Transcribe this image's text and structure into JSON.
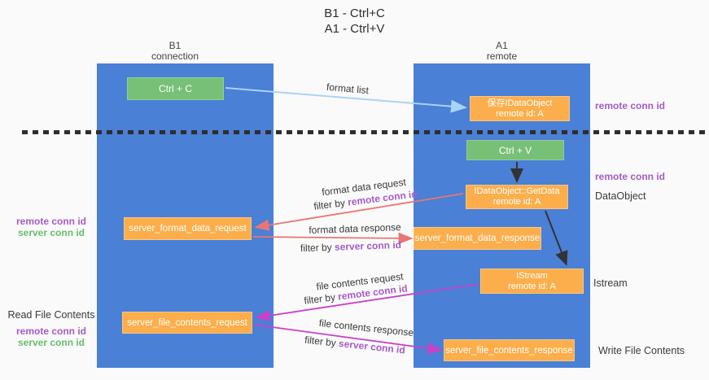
{
  "title": {
    "line1": "B1 - Ctrl+C",
    "line2": "A1 - Ctrl+V"
  },
  "lanes": {
    "left": {
      "title": "B1",
      "subtitle": "connection"
    },
    "right": {
      "title": "A1",
      "subtitle": "remote"
    }
  },
  "nodes": {
    "ctrl_c": {
      "label": "Ctrl + C"
    },
    "save_dataobject": {
      "line1": "保存IDataObject",
      "line2": "remote id: A"
    },
    "ctrl_v": {
      "label": "Ctrl + V"
    },
    "getdata": {
      "line1": "IDataObject::GetData",
      "line2": "remote id: A"
    },
    "format_request": {
      "label": "server_format_data_request"
    },
    "format_response": {
      "label": "server_format_data_response"
    },
    "istream": {
      "line1": "IStream",
      "line2": "remote id: A"
    },
    "file_request": {
      "label": "server_file_contents_request"
    },
    "file_response": {
      "label": "server_file_contents_response"
    }
  },
  "edges": {
    "format_list": {
      "label": "format list"
    },
    "format_request": {
      "label": "format data request",
      "filter_prefix": "filter by ",
      "filter_key": "remote conn id"
    },
    "format_response": {
      "label": "format data response",
      "filter_prefix": "filter by ",
      "filter_key": "server conn id"
    },
    "file_request": {
      "label": "file contents request",
      "filter_prefix": "filter by ",
      "filter_key": "remote conn id"
    },
    "file_response": {
      "label": "file contents response",
      "filter_prefix": "filter by ",
      "filter_key": "server conn id"
    }
  },
  "annotations": {
    "right": {
      "remote_conn_id_top": "remote conn id",
      "remote_conn_id_mid": "remote conn id",
      "dataobject": "DataObject",
      "istream": "Istream",
      "write_file_contents": "Write File Contents"
    },
    "left": {
      "remote_conn_id": "remote conn id",
      "server_conn_id": "server conn id",
      "read_file_contents": "Read File Contents",
      "remote_conn_id2": "remote conn id",
      "server_conn_id2": "server conn id"
    }
  },
  "colors": {
    "lane_blue": "#4a80d5",
    "box_green": "#77c077",
    "box_orange": "#fbae4b",
    "arrow_lightblue": "#aad4f5",
    "arrow_red": "#e87676",
    "arrow_magenta": "#c841c8",
    "arrow_black": "#333333",
    "text_purple": "#a55bc5",
    "text_green": "#67bd6b",
    "background": "#fafafa"
  }
}
